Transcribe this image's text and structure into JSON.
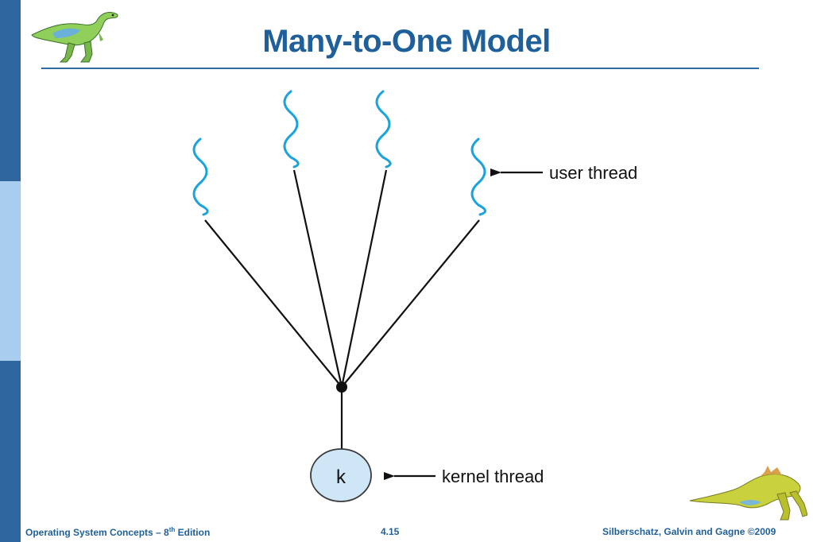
{
  "slide": {
    "title": "Many-to-One Model",
    "page_number": "4.15"
  },
  "footer": {
    "book_title": "Operating System Concepts – 8",
    "edition_superscript": "th",
    "edition_word": " Edition",
    "authors": "Silberschatz, Galvin and Gagne ©2009"
  },
  "diagram": {
    "user_thread_label": "user thread",
    "kernel_thread_label": "kernel thread",
    "kernel_node_letter": "k",
    "user_thread_count": 4
  },
  "colors": {
    "title": "#1f5f9a",
    "footer_text": "#1f5f9a",
    "rule": "#2e6da4",
    "sidebar_dark": "#2f66a0",
    "sidebar_light": "#a9cdee",
    "wave": "#1aa3dc",
    "kernel_fill": "#cfe6f7",
    "line": "#111111"
  },
  "icons": {
    "top_left": "dinosaur-logo-icon",
    "bottom_right": "dinosaur-logo-icon"
  }
}
